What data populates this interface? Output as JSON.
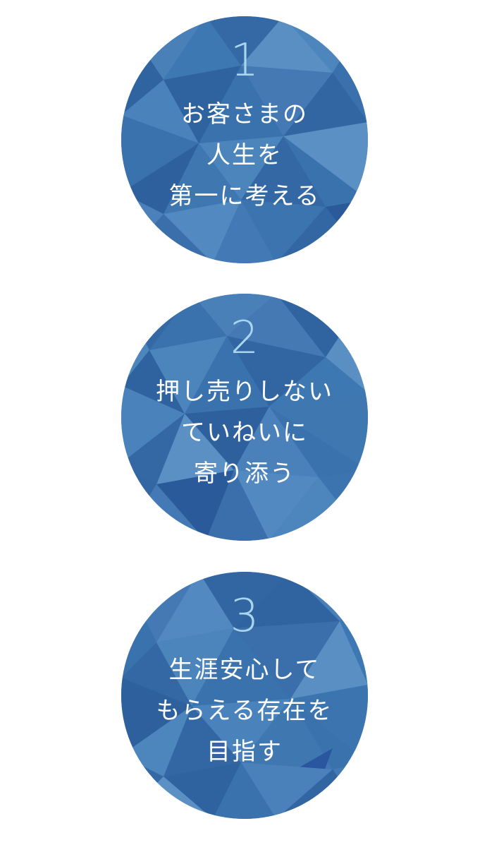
{
  "colors": {
    "circle_base": "#3a72ad",
    "number": "#a9d6ee",
    "text": "#ffffff"
  },
  "items": [
    {
      "number": "1",
      "lines": [
        "お客さまの",
        "人生を",
        "第一に考える"
      ]
    },
    {
      "number": "2",
      "lines": [
        "押し売りしない",
        "ていねいに",
        "寄り添う"
      ]
    },
    {
      "number": "3",
      "lines": [
        "生涯安心して",
        "もらえる存在を",
        "目指す"
      ]
    }
  ]
}
